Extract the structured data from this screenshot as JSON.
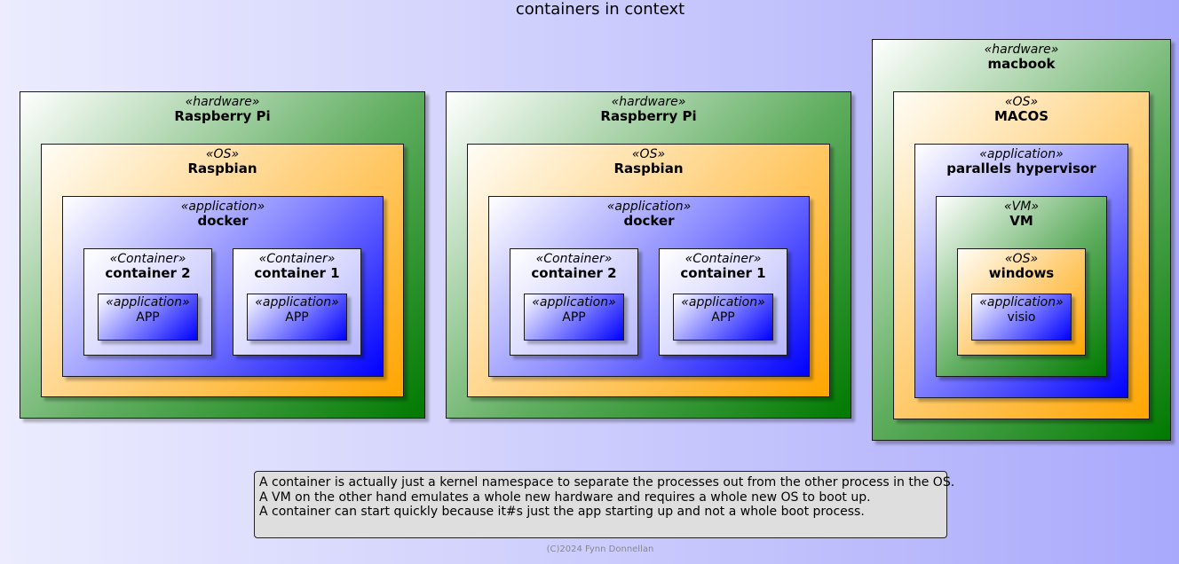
{
  "title": "containers in context",
  "rpi1": {
    "stereotype": "«hardware»",
    "name": "Raspberry Pi",
    "os": {
      "stereotype": "«OS»",
      "name": "Raspbian"
    },
    "docker": {
      "stereotype": "«application»",
      "name": "docker"
    },
    "c2": {
      "stereotype": "«Container»",
      "name": "container 2",
      "app_stereotype": "«application»",
      "app": "APP"
    },
    "c1": {
      "stereotype": "«Container»",
      "name": "container 1",
      "app_stereotype": "«application»",
      "app": "APP"
    }
  },
  "rpi2": {
    "stereotype": "«hardware»",
    "name": "Raspberry Pi",
    "os": {
      "stereotype": "«OS»",
      "name": "Raspbian"
    },
    "docker": {
      "stereotype": "«application»",
      "name": "docker"
    },
    "c2": {
      "stereotype": "«Container»",
      "name": "container 2",
      "app_stereotype": "«application»",
      "app": "APP"
    },
    "c1": {
      "stereotype": "«Container»",
      "name": "container 1",
      "app_stereotype": "«application»",
      "app": "APP"
    }
  },
  "mac": {
    "stereotype": "«hardware»",
    "name": "macbook",
    "os": {
      "stereotype": "«OS»",
      "name": "MACOS"
    },
    "hyp": {
      "stereotype": "«application»",
      "name": "parallels hypervisor"
    },
    "vm": {
      "stereotype": "«VM»",
      "name": "VM"
    },
    "win": {
      "stereotype": "«OS»",
      "name": "windows"
    },
    "visio": {
      "stereotype": "«application»",
      "name": "visio"
    }
  },
  "note": {
    "lines": [
      "A container is actually just a kernel namespace to separate the processes out from the other process in the OS.",
      "A VM on the other hand emulates a whole new hardware and requires a whole new OS to boot up.",
      "A container can start quickly because it#s just the app starting up and not a whole boot process."
    ]
  },
  "footer": "(C)2024 Fynn Donnellan",
  "colors": {
    "hardware": "#007a00",
    "os": "#ffa500",
    "application": "#0000ff",
    "container": "#b8b8fc",
    "note": "#dedede"
  }
}
